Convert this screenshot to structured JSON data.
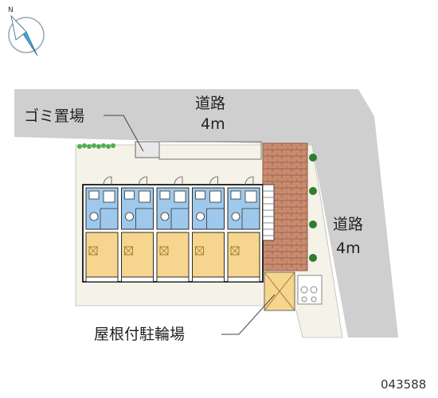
{
  "north_mark": "N",
  "labels": {
    "road_top_name": "道路",
    "road_top_width": "4m",
    "road_right_name": "道路",
    "road_right_width": "4m",
    "garbage": "ゴミ置場",
    "bicycle": "屋根付駐輪場"
  },
  "property_code": "043588",
  "units": [
    {
      "id": 1
    },
    {
      "id": 2
    },
    {
      "id": 3
    },
    {
      "id": 4
    },
    {
      "id": 5
    }
  ],
  "colors": {
    "road": "#cfcfcf",
    "lot": "#f5f2e8",
    "bath": "#9ec9ec",
    "room": "#f6d58e",
    "brick": "#c98b6f",
    "tree": "#2e7d32",
    "wall": "#2b2b2b"
  }
}
